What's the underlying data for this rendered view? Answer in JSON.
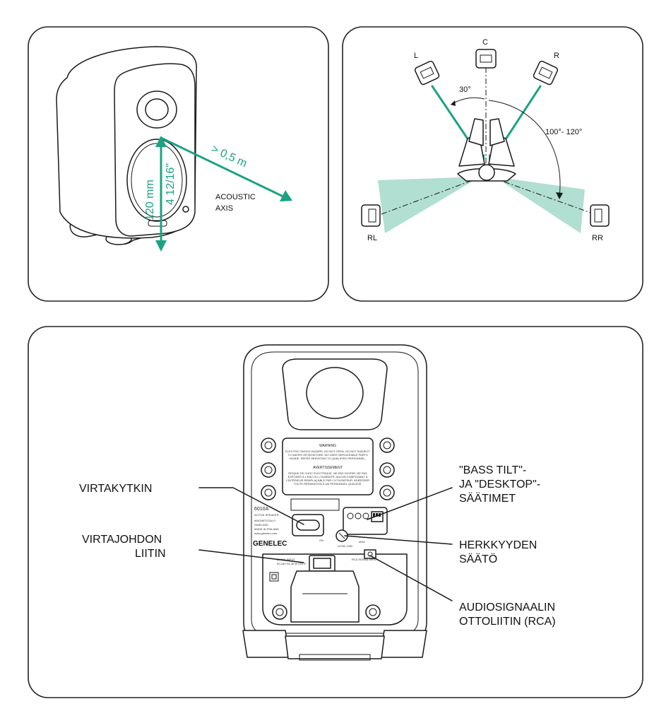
{
  "placement": {
    "distance_label": "> 0,5 m",
    "height_mm": "120 mm",
    "height_in": "4 12/16\"",
    "axis_label_line1": "ACOUSTIC",
    "axis_label_line2": "AXIS"
  },
  "surround": {
    "labels": {
      "l": "L",
      "c": "C",
      "r": "R",
      "rl": "RL",
      "rr": "RR"
    },
    "angle_front": "30°",
    "angle_rear": "100°- 120°"
  },
  "rear_panel": {
    "callouts": {
      "power_switch": "VIRTAKYTKIN",
      "power_cord_line1": "VIRTAJOHDON",
      "power_cord_line2": "LIITIN",
      "bass_tilt_line1": "\"BASS TILT\"-",
      "bass_tilt_line2": "JA \"DESKTOP\"-",
      "bass_tilt_line3": "SÄÄTIMET",
      "sensitivity_line1": "HERKKYYDEN",
      "sensitivity_line2": "SÄÄTÖ",
      "audio_input_line1": "AUDIOSIGNAALIN",
      "audio_input_line2": "OTTOLIITIN (RCA)"
    },
    "plate": {
      "warning_title": "WARNING",
      "warning_text_1": "ELECTRIC SHOCK HAZARD. DO NOT OPEN. DO NOT SUBJECT",
      "warning_text_2": "TO WATER OR MOISTURE. NO USER SERVICEABLE PARTS",
      "warning_text_3": "INSIDE. REFER SERVICING TO QUALIFIED PERSONNEL.",
      "avert_title": "AVERTISSEMENT",
      "avert_text_1": "RISQUE DE CHOC ÉLECTRIQUE. NE PAS OUVRIR. NE PAS",
      "avert_text_2": "EXPOSER À L'EAU OU L'HUMIDITÉ. AUCUN COMPOSANT À",
      "avert_text_3": "L'INTÉRIEUR REMPLAÇABLE PAR L'UTILISATEUR. ADRESSER",
      "avert_text_4": "TOUTE RÉPARATION À UN PERSONNEL QUALIFIÉ."
    },
    "model": "6010A",
    "model_line_1": "ACTIVE SPEAKER",
    "model_line_2": "MAGNETICALLY",
    "model_line_3": "SHIELDED",
    "model_line_4": "MADE IN FINLAND",
    "model_line_5": "www.genelec.com",
    "brand": "GENELEC",
    "on_label": "ON",
    "level_min": "LEVEL MIN",
    "level_max": "MAX",
    "mains_line1": "MAINS INPUT",
    "mains_line2": "50-160 Hz  35 W  230 V~",
    "rca_label": "RCA SIGNAL INPUT"
  },
  "colors": {
    "accent": "#1aa383",
    "beam": "#a9dccd",
    "outline": "#1a1a1a"
  }
}
